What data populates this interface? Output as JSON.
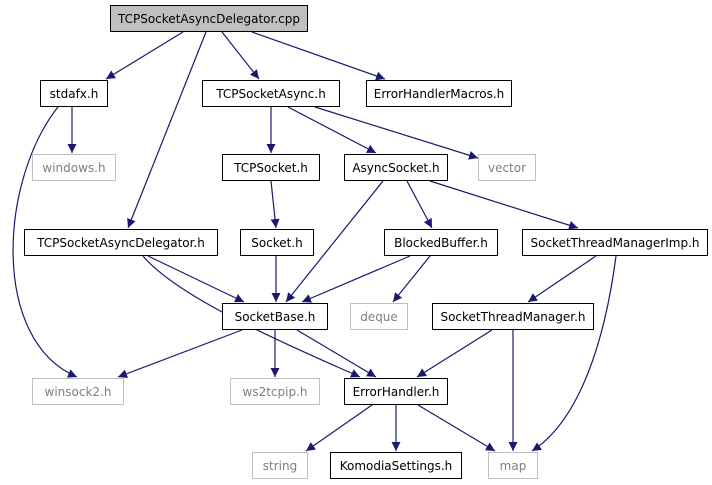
{
  "graph": {
    "colors": {
      "edge": "#191970",
      "root_fill": "#bfbfbf",
      "node_border": "#000000",
      "external_border": "#bfbfbf",
      "external_text": "#7f7f7f"
    },
    "nodes": {
      "root": {
        "label": "TCPSocketAsyncDelegator.cpp"
      },
      "stdafx": {
        "label": "stdafx.h"
      },
      "tcpsocketasync": {
        "label": "TCPSocketAsync.h"
      },
      "errorhandlermacros": {
        "label": "ErrorHandlerMacros.h"
      },
      "windows": {
        "label": "windows.h"
      },
      "tcpsocket": {
        "label": "TCPSocket.h"
      },
      "asyncsocket": {
        "label": "AsyncSocket.h"
      },
      "vector": {
        "label": "vector"
      },
      "tcpsocketasyncdelegator": {
        "label": "TCPSocketAsyncDelegator.h"
      },
      "socket": {
        "label": "Socket.h"
      },
      "blockedbuffer": {
        "label": "BlockedBuffer.h"
      },
      "socketthreadmanagerimp": {
        "label": "SocketThreadManagerImp.h"
      },
      "socketbase": {
        "label": "SocketBase.h"
      },
      "deque": {
        "label": "deque"
      },
      "socketthreadmanager": {
        "label": "SocketThreadManager.h"
      },
      "winsock2": {
        "label": "winsock2.h"
      },
      "ws2tcpip": {
        "label": "ws2tcpip.h"
      },
      "errorhandler": {
        "label": "ErrorHandler.h"
      },
      "string": {
        "label": "string"
      },
      "komodiasettings": {
        "label": "KomodiaSettings.h"
      },
      "map": {
        "label": "map"
      }
    }
  }
}
